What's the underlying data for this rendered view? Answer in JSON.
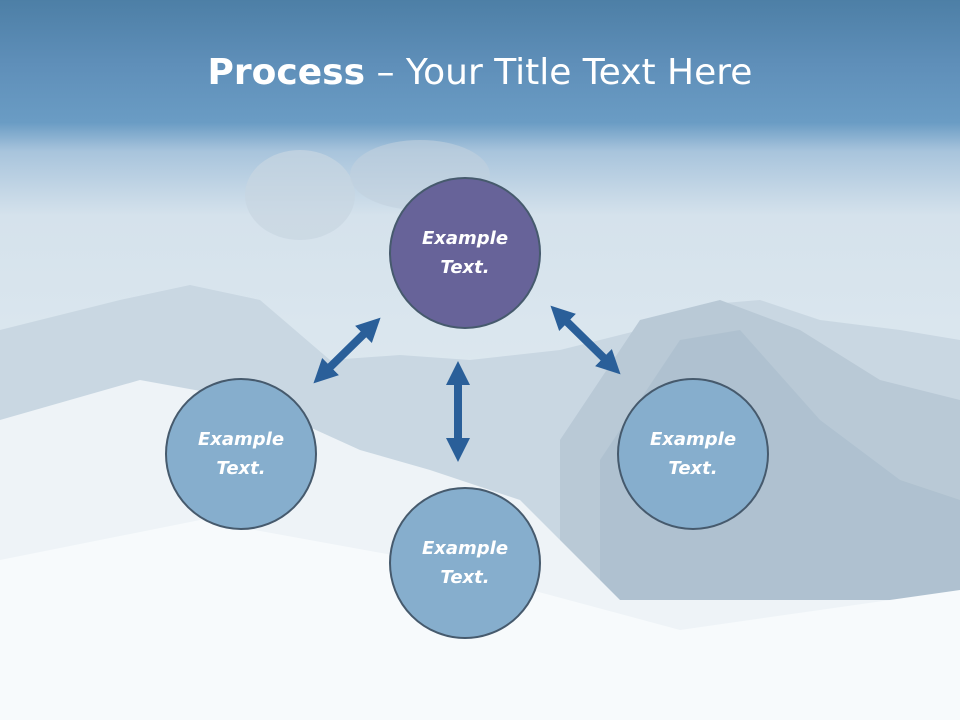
{
  "title": {
    "bold": "Process",
    "rest": " – Your Title Text Here"
  },
  "nodes": {
    "top": "Example Text.",
    "left": "Example Text.",
    "right": "Example Text.",
    "bottom": "Example Text."
  },
  "colors": {
    "accent_node": "#676399",
    "node": "#86aecd",
    "arrow": "#2a5f99",
    "title_band": "#5f8fb9"
  }
}
